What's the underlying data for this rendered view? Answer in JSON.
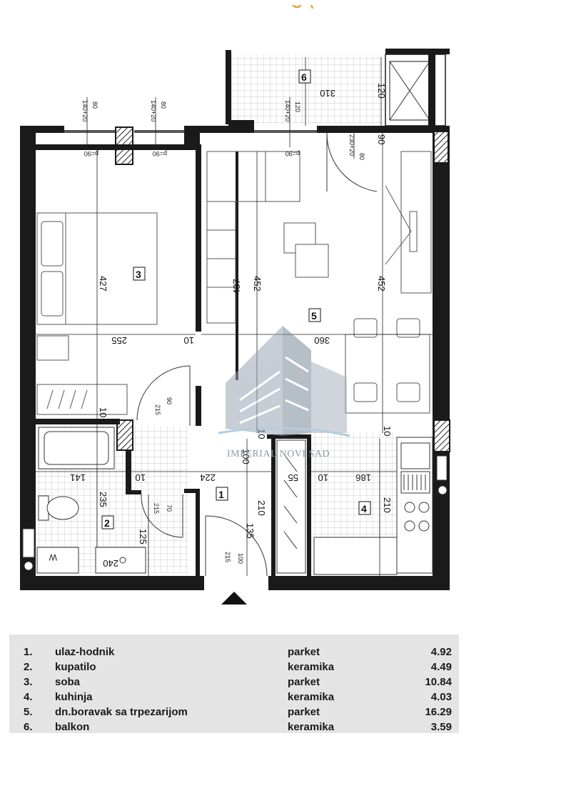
{
  "rooms": [
    {
      "num": "1",
      "name": "ulaz-hodnik",
      "floor": "parket",
      "area": "4.92"
    },
    {
      "num": "2",
      "name": "kupatilo",
      "floor": "keramika",
      "area": "4.49"
    },
    {
      "num": "3",
      "name": "soba",
      "floor": "parket",
      "area": "10.84"
    },
    {
      "num": "4",
      "name": "kuhinja",
      "floor": "keramika",
      "area": "4.03"
    },
    {
      "num": "5",
      "name": "dn.boravak sa trpezarijom",
      "floor": "parket",
      "area": "16.29"
    },
    {
      "num": "6",
      "name": "balkon",
      "floor": "keramika",
      "area": "3.59"
    }
  ],
  "room_numbers": [
    "1",
    "2",
    "3",
    "4",
    "5",
    "6"
  ],
  "dimensions": {
    "d427": "427",
    "d255": "255",
    "d10a": "10",
    "d437": "437",
    "d452a": "452",
    "d452b": "452",
    "d360": "360",
    "d310": "310",
    "d120a": "120",
    "d90a": "90",
    "d10b": "10",
    "d141": "141",
    "d10c": "10",
    "d224": "224",
    "d100": "100",
    "d55": "55",
    "d10d": "10",
    "d186": "186",
    "d235": "235",
    "d125": "125",
    "d240": "240",
    "d210a": "210",
    "d210b": "210",
    "d135": "135",
    "d10e": "10",
    "d10f": "10"
  },
  "small_labels": {
    "w1": "140+20",
    "w1b": "80",
    "w2": "140+20",
    "w2b": "80",
    "w3": "140+20",
    "w3b": "120",
    "w4": "230+20",
    "w4b": "80",
    "p1": "p=90",
    "p2": "p=90",
    "p3": "p=90",
    "dr1a": "215",
    "dr1b": "90",
    "dr2a": "215",
    "dr2b": "70",
    "dr3a": "215",
    "dr3b": "100",
    "wm": "W"
  },
  "watermark": "IMPERIAL NOVI SAD",
  "colors": {
    "wall": "#1a1a1a",
    "tile": "#b8b8b8",
    "legend_bg": "#e4e4e4",
    "watermark": "#8f9aa6",
    "accent": "#e8a33a"
  }
}
